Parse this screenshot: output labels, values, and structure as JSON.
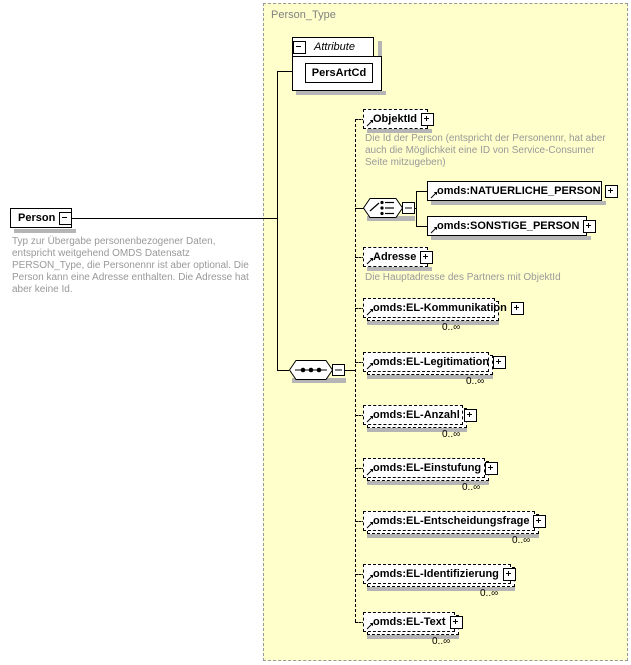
{
  "diagram": {
    "kind": "xml-schema-element-diagram",
    "root_element": {
      "name": "Person",
      "expander": "minus",
      "annotation": "Typ zur Übergabe personenbezogener Daten, entspricht weitgehend OMDS Datensatz PERSON_Type, die Personennr ist aber optional. Die Person kann eine Adresse enthalten. Die Adresse hat aber keine Id."
    },
    "type_panel": {
      "title": "Person_Type",
      "background": "#ffffcc",
      "border_color": "#999999"
    },
    "attributes_group": {
      "label": "Attribute",
      "expander": "minus",
      "items": [
        {
          "name": "PersArtCd"
        }
      ]
    },
    "choice": {
      "icon": "choice-compositor-icon",
      "expander": "minus",
      "options": [
        {
          "name": "omds:NATUERLICHE_PERSON",
          "expander": "plus"
        },
        {
          "name": "omds:SONSTIGE_PERSON",
          "expander": "plus"
        }
      ]
    },
    "sequence": {
      "icon": "sequence-compositor-icon",
      "expander": "minus"
    },
    "children": [
      {
        "name": "ObjektId",
        "expander": "plus",
        "optional": true,
        "repeating": false,
        "occurrence": "",
        "annotation": "Die Id der Person (entspricht der Personennr, hat aber auch die Möglichkeit eine ID von Service-Consumer Seite mitzugeben)"
      },
      {
        "name": "Adresse",
        "expander": "plus",
        "optional": true,
        "repeating": false,
        "occurrence": "",
        "annotation": "Die Hauptadresse des Partners mit ObjektId"
      },
      {
        "name": "omds:EL-Kommunikation",
        "expander": "plus",
        "optional": true,
        "repeating": true,
        "occurrence": "0..∞",
        "annotation": ""
      },
      {
        "name": "omds:EL-Legitimation",
        "expander": "plus",
        "optional": true,
        "repeating": true,
        "occurrence": "0..∞",
        "annotation": ""
      },
      {
        "name": "omds:EL-Anzahl",
        "expander": "plus",
        "optional": true,
        "repeating": true,
        "occurrence": "0..∞",
        "annotation": ""
      },
      {
        "name": "omds:EL-Einstufung",
        "expander": "plus",
        "optional": true,
        "repeating": true,
        "occurrence": "0..∞",
        "annotation": ""
      },
      {
        "name": "omds:EL-Entscheidungsfrage",
        "expander": "plus",
        "optional": true,
        "repeating": true,
        "occurrence": "0..∞",
        "annotation": ""
      },
      {
        "name": "omds:EL-Identifizierung",
        "expander": "plus",
        "optional": true,
        "repeating": true,
        "occurrence": "0..∞",
        "annotation": ""
      },
      {
        "name": "omds:EL-Text",
        "expander": "plus",
        "optional": true,
        "repeating": true,
        "occurrence": "0..∞",
        "annotation": ""
      }
    ]
  }
}
